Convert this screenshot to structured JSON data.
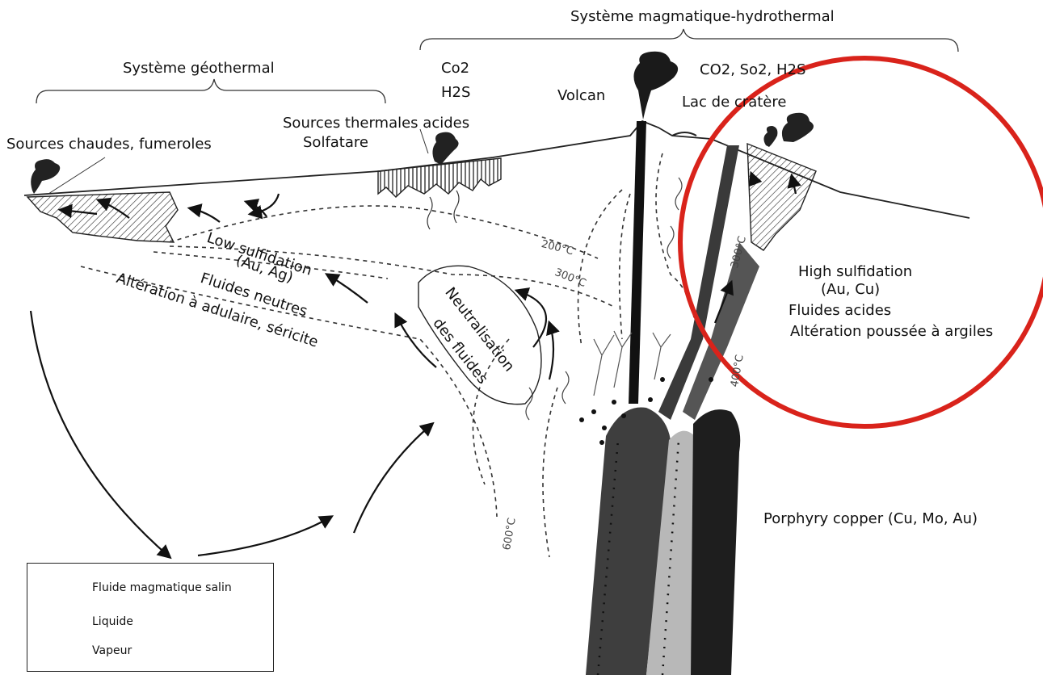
{
  "labels": {
    "systeme_geothermal": "Système géothermal",
    "systeme_magmatique": "Système magmatique-hydrothermal",
    "co2_left": "Co2",
    "h2s_left": "H2S",
    "volcan": "Volcan",
    "gases_right": "CO2, So2, H2S",
    "lac_cratere": "Lac de cratère",
    "sources_thermales": "Sources thermales acides",
    "solfatare": "Solfatare",
    "sources_chaudes": "Sources chaudes, fumeroles",
    "low_sulf": "Low sulfidation",
    "low_sulf_metals": "(Au, Ag)",
    "fluides_neutres": "Fluides neutres",
    "alteration_adulaire": "Altération à adulaire, séricite",
    "neutralisation_1": "Neutralisation",
    "neutralisation_2": "des fluides",
    "high_sulf": "High sulfidation",
    "high_sulf_metals": "(Au, Cu)",
    "fluides_acides": "Fluides acides",
    "alteration_argiles": "Altération poussée à argiles",
    "porphyry": "Porphyry copper (Cu, Mo, Au)"
  },
  "isotherms": {
    "t200": "200°C",
    "t300": "300°C",
    "t300_right": "300°C",
    "t400": "400°C",
    "t600": "600°C"
  },
  "legend": {
    "fluide_magmatique": "Fluide magmatique salin",
    "liquide": "Liquide",
    "vapeur": "Vapeur"
  },
  "colors": {
    "highlight_circle": "#d9231b",
    "intrusion_dark": "#2a2a2a",
    "intrusion_mid": "#5a5a5a",
    "intrusion_light": "#b5b5b5"
  }
}
